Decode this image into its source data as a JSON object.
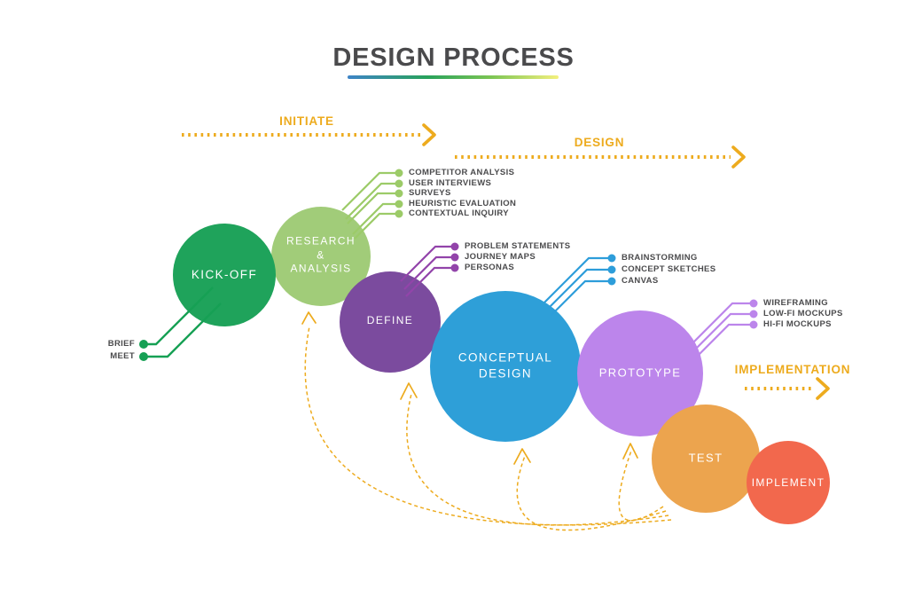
{
  "title": "DESIGN PROCESS",
  "colors": {
    "gold": "#EDAB1E",
    "label_text": "#4B4B4D",
    "title_text": "#4A4A4C"
  },
  "phases": {
    "initiate": "INITIATE",
    "design": "DESIGN",
    "implementation": "IMPLEMENTATION"
  },
  "stages": [
    {
      "id": "research",
      "label": "RESEARCH\n&\nANALYSIS",
      "color": "#A1CC79"
    },
    {
      "id": "kickoff",
      "label": "KICK-OFF",
      "color": "#1FA35B"
    },
    {
      "id": "define",
      "label": "DEFINE",
      "color": "#7B4B9E"
    },
    {
      "id": "conceptual",
      "label": "CONCEPTUAL\nDESIGN",
      "color": "#2E9FD8"
    },
    {
      "id": "prototype",
      "label": "PROTOTYPE",
      "color": "#BC85EB"
    },
    {
      "id": "test",
      "label": "TEST",
      "color": "#ECA44E"
    },
    {
      "id": "implement",
      "label": "IMPLEMENT",
      "color": "#F2684D"
    }
  ],
  "callouts": {
    "kickoff": {
      "color": "#16A054",
      "items": [
        "BRIEF",
        "MEET"
      ]
    },
    "research": {
      "color": "#9CCB68",
      "items": [
        "COMPETITOR ANALYSIS",
        "USER INTERVIEWS",
        "SURVEYS",
        "HEURISTIC EVALUATION",
        "CONTEXTUAL INQUIRY"
      ]
    },
    "define": {
      "color": "#9244AA",
      "items": [
        "PROBLEM STATEMENTS",
        "JOURNEY MAPS",
        "PERSONAS"
      ]
    },
    "conceptual": {
      "color": "#2D9DDA",
      "items": [
        "BRAINSTORMING",
        "CONCEPT SKETCHES",
        "CANVAS"
      ]
    },
    "prototype": {
      "color": "#BC85EB",
      "items": [
        "WIREFRAMING",
        "LOW-FI MOCKUPS",
        "HI-FI MOCKUPS"
      ]
    }
  }
}
